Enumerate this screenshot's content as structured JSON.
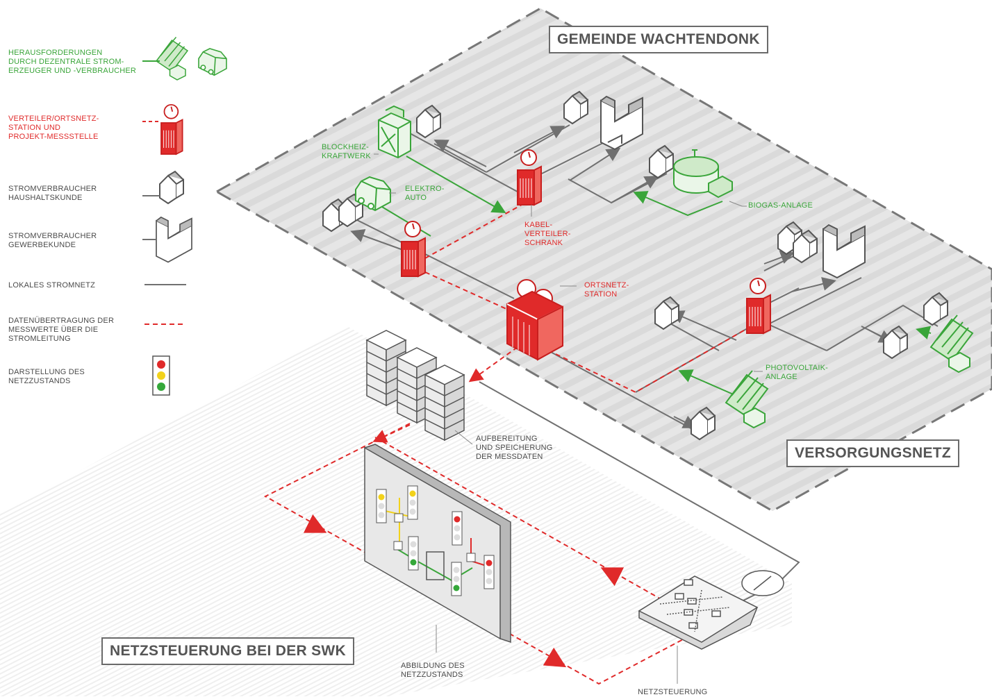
{
  "titles": {
    "gemeinde": "GEMEINDE WACHTENDONK",
    "versorgungsnetz": "VERSORGUNGSNETZ",
    "netzsteuerung_swk": "NETZSTEUERUNG BEI DER SWK"
  },
  "legend": {
    "herausforderungen": "HERAUSFORDERUNGEN\nDURCH DEZENTRALE STROM-\nERZEUGER UND -VERBRAUCHER",
    "verteiler": "VERTEILER/ORTSNETZ-\nSTATION UND\nPROJEKT-MESSSTELLE",
    "haushalt": "STROMVERBRAUCHER\nHAUSHALTSKUNDE",
    "gewerbe": "STROMVERBRAUCHER\nGEWERBEKUNDE",
    "lokales_netz": "LOKALES STROMNETZ",
    "datenuebertragung": "DATENÜBERTRAGUNG DER\nMESSWERTE ÜBER DIE\nSTROMLEITUNG",
    "netzzustand": "DARSTELLUNG DES\nNETZZUSTANDS"
  },
  "labels": {
    "blockheizkraftwerk": "BLOCKHEIZ-\nKRAFTWERK",
    "elektroauto": "ELEKTRO-\nAUTO",
    "kabelverteiler": "KABEL-\nVERTEILER-\nSCHRANK",
    "biogas": "BIOGAS-ANLAGE",
    "ortsnetzstation": "ORTSNETZ-\nSTATION",
    "photovoltaik": "PHOTOVOLTAIK-\nANLAGE",
    "aufbereitung": "AUFBEREITUNG\nUND SPEICHERUNG\nDER MESSDATEN",
    "abbildung": "ABBILDUNG DES\nNETZZUSTANDS",
    "netzsteuerung": "NETZSTEUERUNG"
  },
  "colors": {
    "green": "#3aa53a",
    "red": "#e02a2a",
    "grey_line": "#707070",
    "plane": "#e4e4e4",
    "traffic_red": "#e02a2a",
    "traffic_yellow": "#f2d21b",
    "traffic_green": "#35a83a"
  },
  "icons": [
    "solar-panel-icon",
    "electric-car-icon",
    "metering-station-icon",
    "house-icon",
    "factory-icon",
    "traffic-light-icon",
    "server-stack-icon",
    "control-desk-icon",
    "biogas-tank-icon",
    "chp-plant-icon"
  ]
}
